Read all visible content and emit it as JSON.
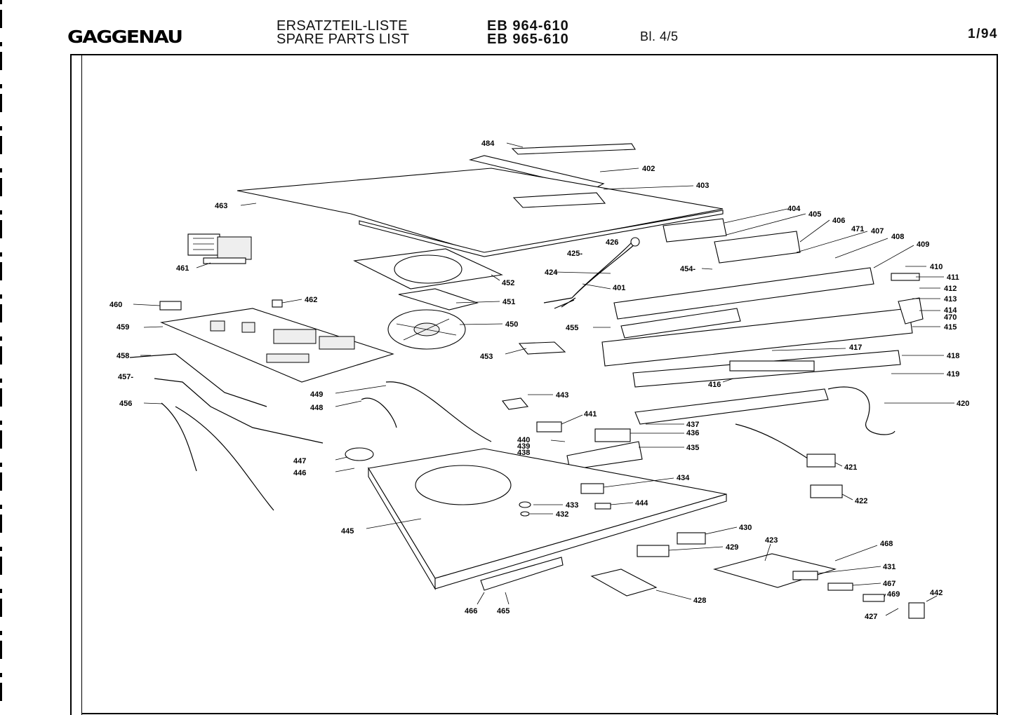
{
  "header": {
    "brand": "GAGGENAU",
    "title_de": "ERSATZTEIL-LISTE",
    "title_en": "SPARE PARTS LIST",
    "model_1": "EB 964-610",
    "model_2": "EB 965-610",
    "sheet": "Bl. 4/5",
    "date": "1/94"
  },
  "diagram": {
    "labels": {
      "p484": "484",
      "p402": "402",
      "p403": "403",
      "p463": "463",
      "p461": "461",
      "p404": "404",
      "p405": "405",
      "p406": "406",
      "p471": "471",
      "p407": "407",
      "p408": "408",
      "p409": "409",
      "p426": "426",
      "p425": "425-",
      "p424": "424",
      "p452": "452",
      "p401": "401",
      "p454": "454-",
      "p410": "410",
      "p411": "411",
      "p412": "412",
      "p413": "413",
      "p414": "414",
      "p470": "470",
      "p415": "415",
      "p460": "460",
      "p462": "462",
      "p451": "451",
      "p459": "459",
      "p450": "450",
      "p455": "455",
      "p458": "458",
      "p453": "453",
      "p417": "417",
      "p418": "418",
      "p457": "457-",
      "p416": "416",
      "p419": "419",
      "p449": "449",
      "p443": "443",
      "p456": "456",
      "p448": "448",
      "p420": "420",
      "p441": "441",
      "p437": "437",
      "p436": "436",
      "p440": "440",
      "p439": "439",
      "p438": "438",
      "p435": "435",
      "p447": "447",
      "p421": "421",
      "p446": "446",
      "p434": "434",
      "p422": "422",
      "p433": "433",
      "p444": "444",
      "p432": "432",
      "p445": "445",
      "p430": "430",
      "p423": "423",
      "p468": "468",
      "p429": "429",
      "p431": "431",
      "p467": "467",
      "p442": "442",
      "p469": "469",
      "p428": "428",
      "p427": "427",
      "p466": "466",
      "p465": "465"
    }
  }
}
